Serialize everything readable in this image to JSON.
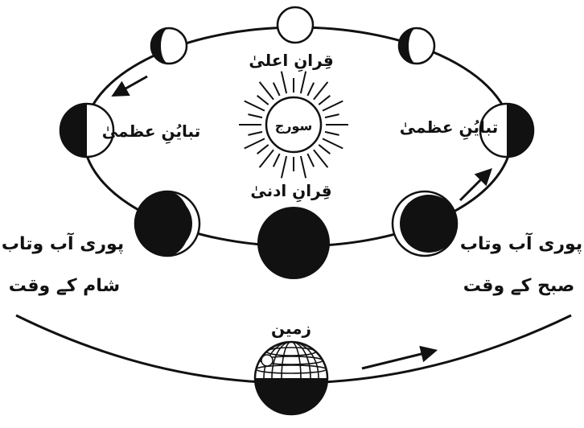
{
  "labels": {
    "superior_conjunction": "قِرانِ اعلیٰ",
    "sun": "سورج",
    "inferior_conjunction": "قِرانِ ادنیٰ",
    "greatest_elongation_left": "تبایُنِ عظمیٰ",
    "greatest_elongation_right": "تبایُنِ عظمیٰ",
    "max_brilliancy_evening_line1": "پوری آب وتاب",
    "max_brilliancy_evening_line2": "شام کے وقت",
    "max_brilliancy_morning_line1": "پوری آب وتاب",
    "max_brilliancy_morning_line2": "صبح کے وقت",
    "earth": "زمین"
  },
  "colors": {
    "ink": "#111111",
    "background": "#ffffff"
  }
}
